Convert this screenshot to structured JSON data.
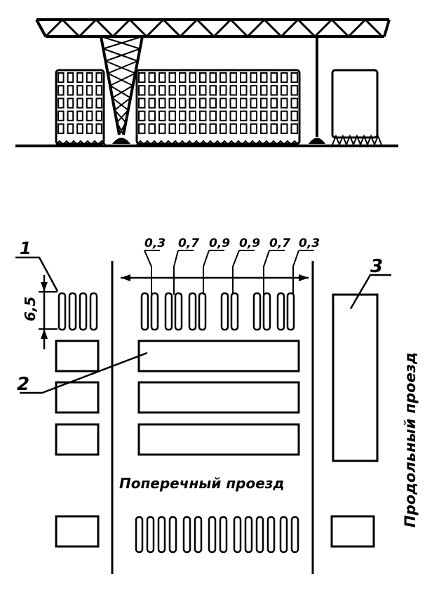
{
  "labels": {
    "callout_1": "1",
    "callout_2": "2",
    "callout_3": "3",
    "dim_vertical": "6,5",
    "dims_top": [
      "0,3",
      "0,7",
      "0,9",
      "0,9",
      "0,7",
      "0,3"
    ],
    "transverse_passage": "Поперечный проезд",
    "longitudinal_passage": "Продольный проезд"
  }
}
